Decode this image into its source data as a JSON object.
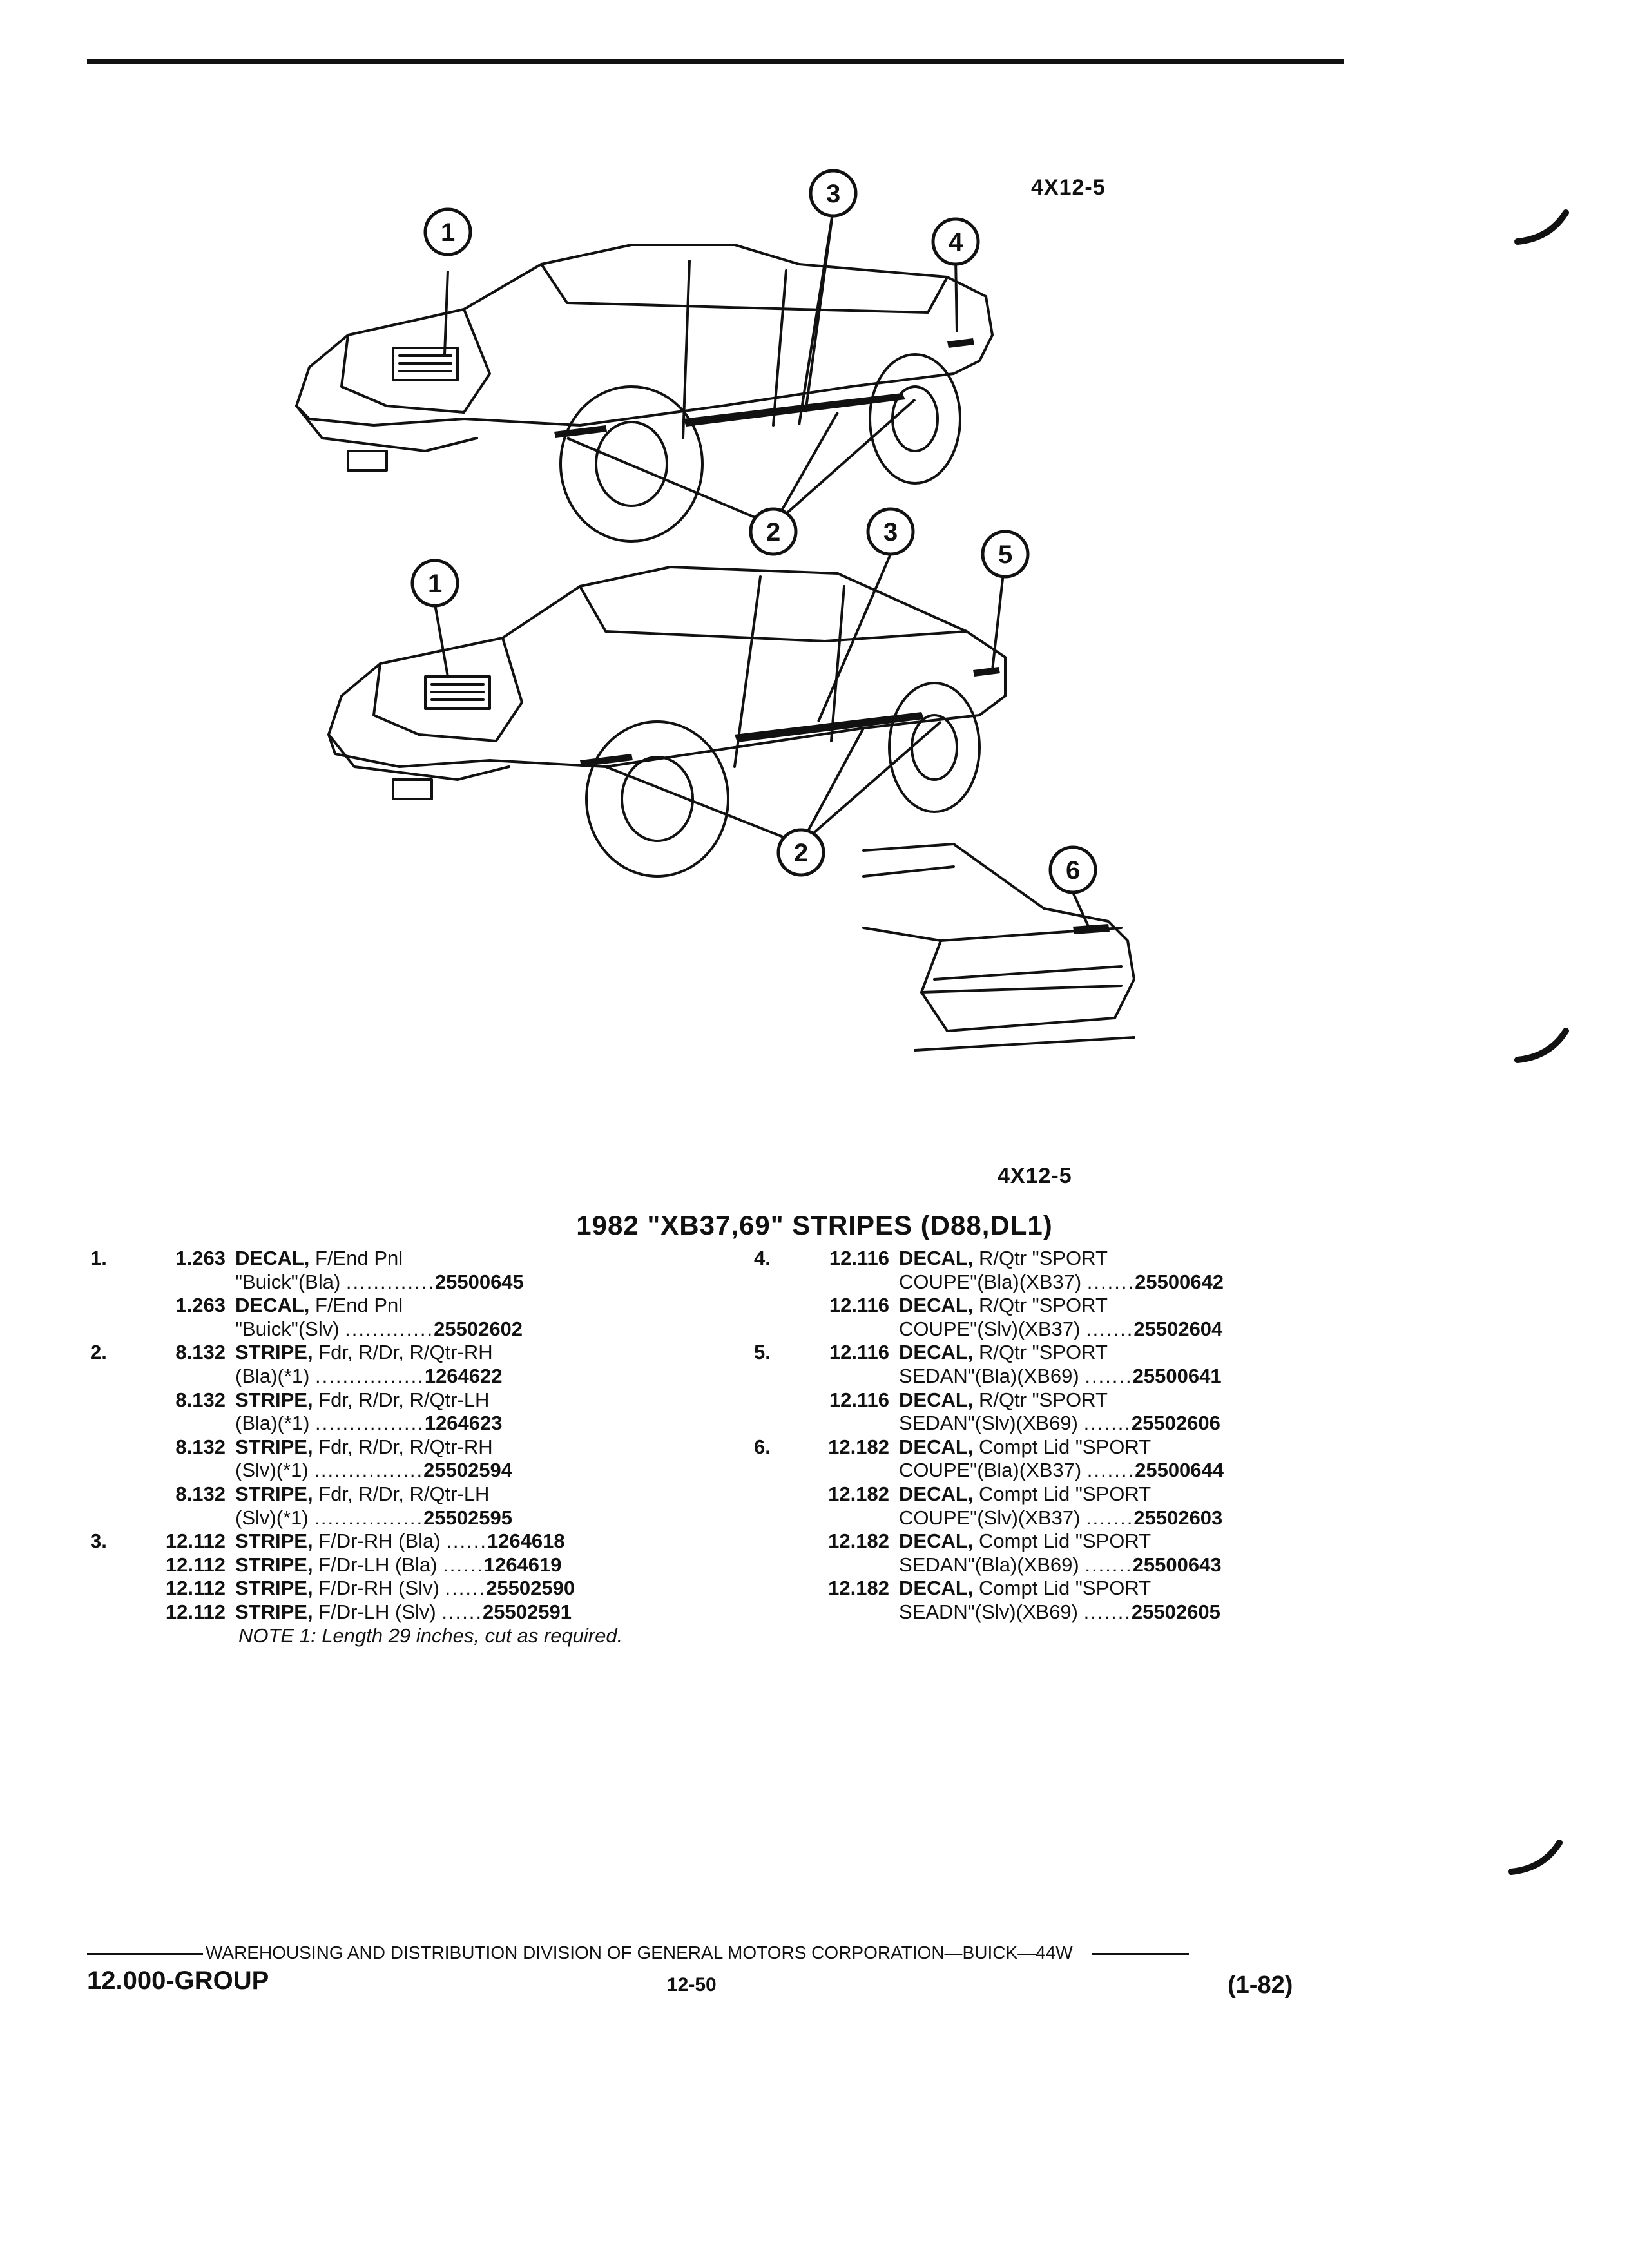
{
  "header": {
    "ref_code_top": "4X12-5",
    "ref_code_bottom": "4X12-5"
  },
  "illustration": {
    "callouts": [
      "1",
      "2",
      "3",
      "4",
      "5",
      "6"
    ]
  },
  "title": "1982 \"XB37,69\" STRIPES (D88,DL1)",
  "left_column": [
    {
      "idx": "1.",
      "grp": "1.263",
      "term": "DECAL,",
      "text": " F/End Pnl",
      "pn": ""
    },
    {
      "idx": "",
      "grp": "",
      "term": "",
      "text": "\"Buick\"(Bla) ",
      "dots": ".............",
      "pn": "25500645"
    },
    {
      "idx": "",
      "grp": "1.263",
      "term": "DECAL,",
      "text": " F/End Pnl",
      "pn": ""
    },
    {
      "idx": "",
      "grp": "",
      "term": "",
      "text": "\"Buick\"(Slv) ",
      "dots": ".............",
      "pn": "25502602"
    },
    {
      "idx": "2.",
      "grp": "8.132",
      "term": "STRIPE,",
      "text": " Fdr, R/Dr, R/Qtr-RH",
      "pn": ""
    },
    {
      "idx": "",
      "grp": "",
      "term": "",
      "text": "(Bla)(*1) ",
      "dots": "................",
      "pn": "1264622"
    },
    {
      "idx": "",
      "grp": "8.132",
      "term": "STRIPE,",
      "text": " Fdr, R/Dr, R/Qtr-LH",
      "pn": ""
    },
    {
      "idx": "",
      "grp": "",
      "term": "",
      "text": "(Bla)(*1) ",
      "dots": "................",
      "pn": "1264623"
    },
    {
      "idx": "",
      "grp": "8.132",
      "term": "STRIPE,",
      "text": " Fdr, R/Dr, R/Qtr-RH",
      "pn": ""
    },
    {
      "idx": "",
      "grp": "",
      "term": "",
      "text": "(Slv)(*1) ",
      "dots": "................",
      "pn": "25502594"
    },
    {
      "idx": "",
      "grp": "8.132",
      "term": "STRIPE,",
      "text": " Fdr, R/Dr, R/Qtr-LH",
      "pn": ""
    },
    {
      "idx": "",
      "grp": "",
      "term": "",
      "text": "(Slv)(*1) ",
      "dots": "................",
      "pn": "25502595"
    },
    {
      "idx": "3.",
      "grp": "12.112",
      "term": "STRIPE,",
      "text": " F/Dr-RH (Bla) ",
      "dots": "......",
      "pn": "1264618"
    },
    {
      "idx": "",
      "grp": "12.112",
      "term": "STRIPE,",
      "text": " F/Dr-LH (Bla) ",
      "dots": "......",
      "pn": "1264619"
    },
    {
      "idx": "",
      "grp": "12.112",
      "term": "STRIPE,",
      "text": " F/Dr-RH (Slv) ",
      "dots": "......",
      "pn": "25502590"
    },
    {
      "idx": "",
      "grp": "12.112",
      "term": "STRIPE,",
      "text": " F/Dr-LH (Slv) ",
      "dots": "......",
      "pn": "25502591"
    }
  ],
  "note": "NOTE 1: Length 29 inches, cut as required.",
  "right_column": [
    {
      "idx": "4.",
      "grp": "12.116",
      "term": "DECAL,",
      "text": " R/Qtr \"SPORT",
      "pn": ""
    },
    {
      "idx": "",
      "grp": "",
      "term": "",
      "text": "COUPE\"(Bla)(XB37) ",
      "dots": ".......",
      "pn": "25500642"
    },
    {
      "idx": "",
      "grp": "12.116",
      "term": "DECAL,",
      "text": " R/Qtr \"SPORT",
      "pn": ""
    },
    {
      "idx": "",
      "grp": "",
      "term": "",
      "text": "COUPE\"(Slv)(XB37) ",
      "dots": ".......",
      "pn": "25502604"
    },
    {
      "idx": "5.",
      "grp": "12.116",
      "term": "DECAL,",
      "text": " R/Qtr \"SPORT",
      "pn": ""
    },
    {
      "idx": "",
      "grp": "",
      "term": "",
      "text": "SEDAN\"(Bla)(XB69) ",
      "dots": ".......",
      "pn": "25500641"
    },
    {
      "idx": "",
      "grp": "12.116",
      "term": "DECAL,",
      "text": " R/Qtr \"SPORT",
      "pn": ""
    },
    {
      "idx": "",
      "grp": "",
      "term": "",
      "text": "SEDAN\"(Slv)(XB69) ",
      "dots": ".......",
      "pn": "25502606"
    },
    {
      "idx": "6.",
      "grp": "12.182",
      "term": "DECAL,",
      "text": " Compt Lid \"SPORT",
      "pn": ""
    },
    {
      "idx": "",
      "grp": "",
      "term": "",
      "text": "COUPE\"(Bla)(XB37) ",
      "dots": ".......",
      "pn": "25500644"
    },
    {
      "idx": "",
      "grp": "12.182",
      "term": "DECAL,",
      "text": " Compt Lid \"SPORT",
      "pn": ""
    },
    {
      "idx": "",
      "grp": "",
      "term": "",
      "text": "COUPE\"(Slv)(XB37) ",
      "dots": ".......",
      "pn": "25502603"
    },
    {
      "idx": "",
      "grp": "12.182",
      "term": "DECAL,",
      "text": " Compt Lid \"SPORT",
      "pn": ""
    },
    {
      "idx": "",
      "grp": "",
      "term": "",
      "text": "SEDAN\"(Bla)(XB69) ",
      "dots": ".......",
      "pn": "25500643"
    },
    {
      "idx": "",
      "grp": "12.182",
      "term": "DECAL,",
      "text": " Compt Lid \"SPORT",
      "pn": ""
    },
    {
      "idx": "",
      "grp": "",
      "term": "",
      "text": "SEADN\"(Slv)(XB69) ",
      "dots": ".......",
      "pn": "25502605"
    }
  ],
  "footer": {
    "division": "WAREHOUSING AND DISTRIBUTION  DIVISION OF GENERAL MOTORS CORPORATION—BUICK—44W",
    "group": "12.000-GROUP",
    "page": "12-50",
    "date": "(1-82)"
  }
}
